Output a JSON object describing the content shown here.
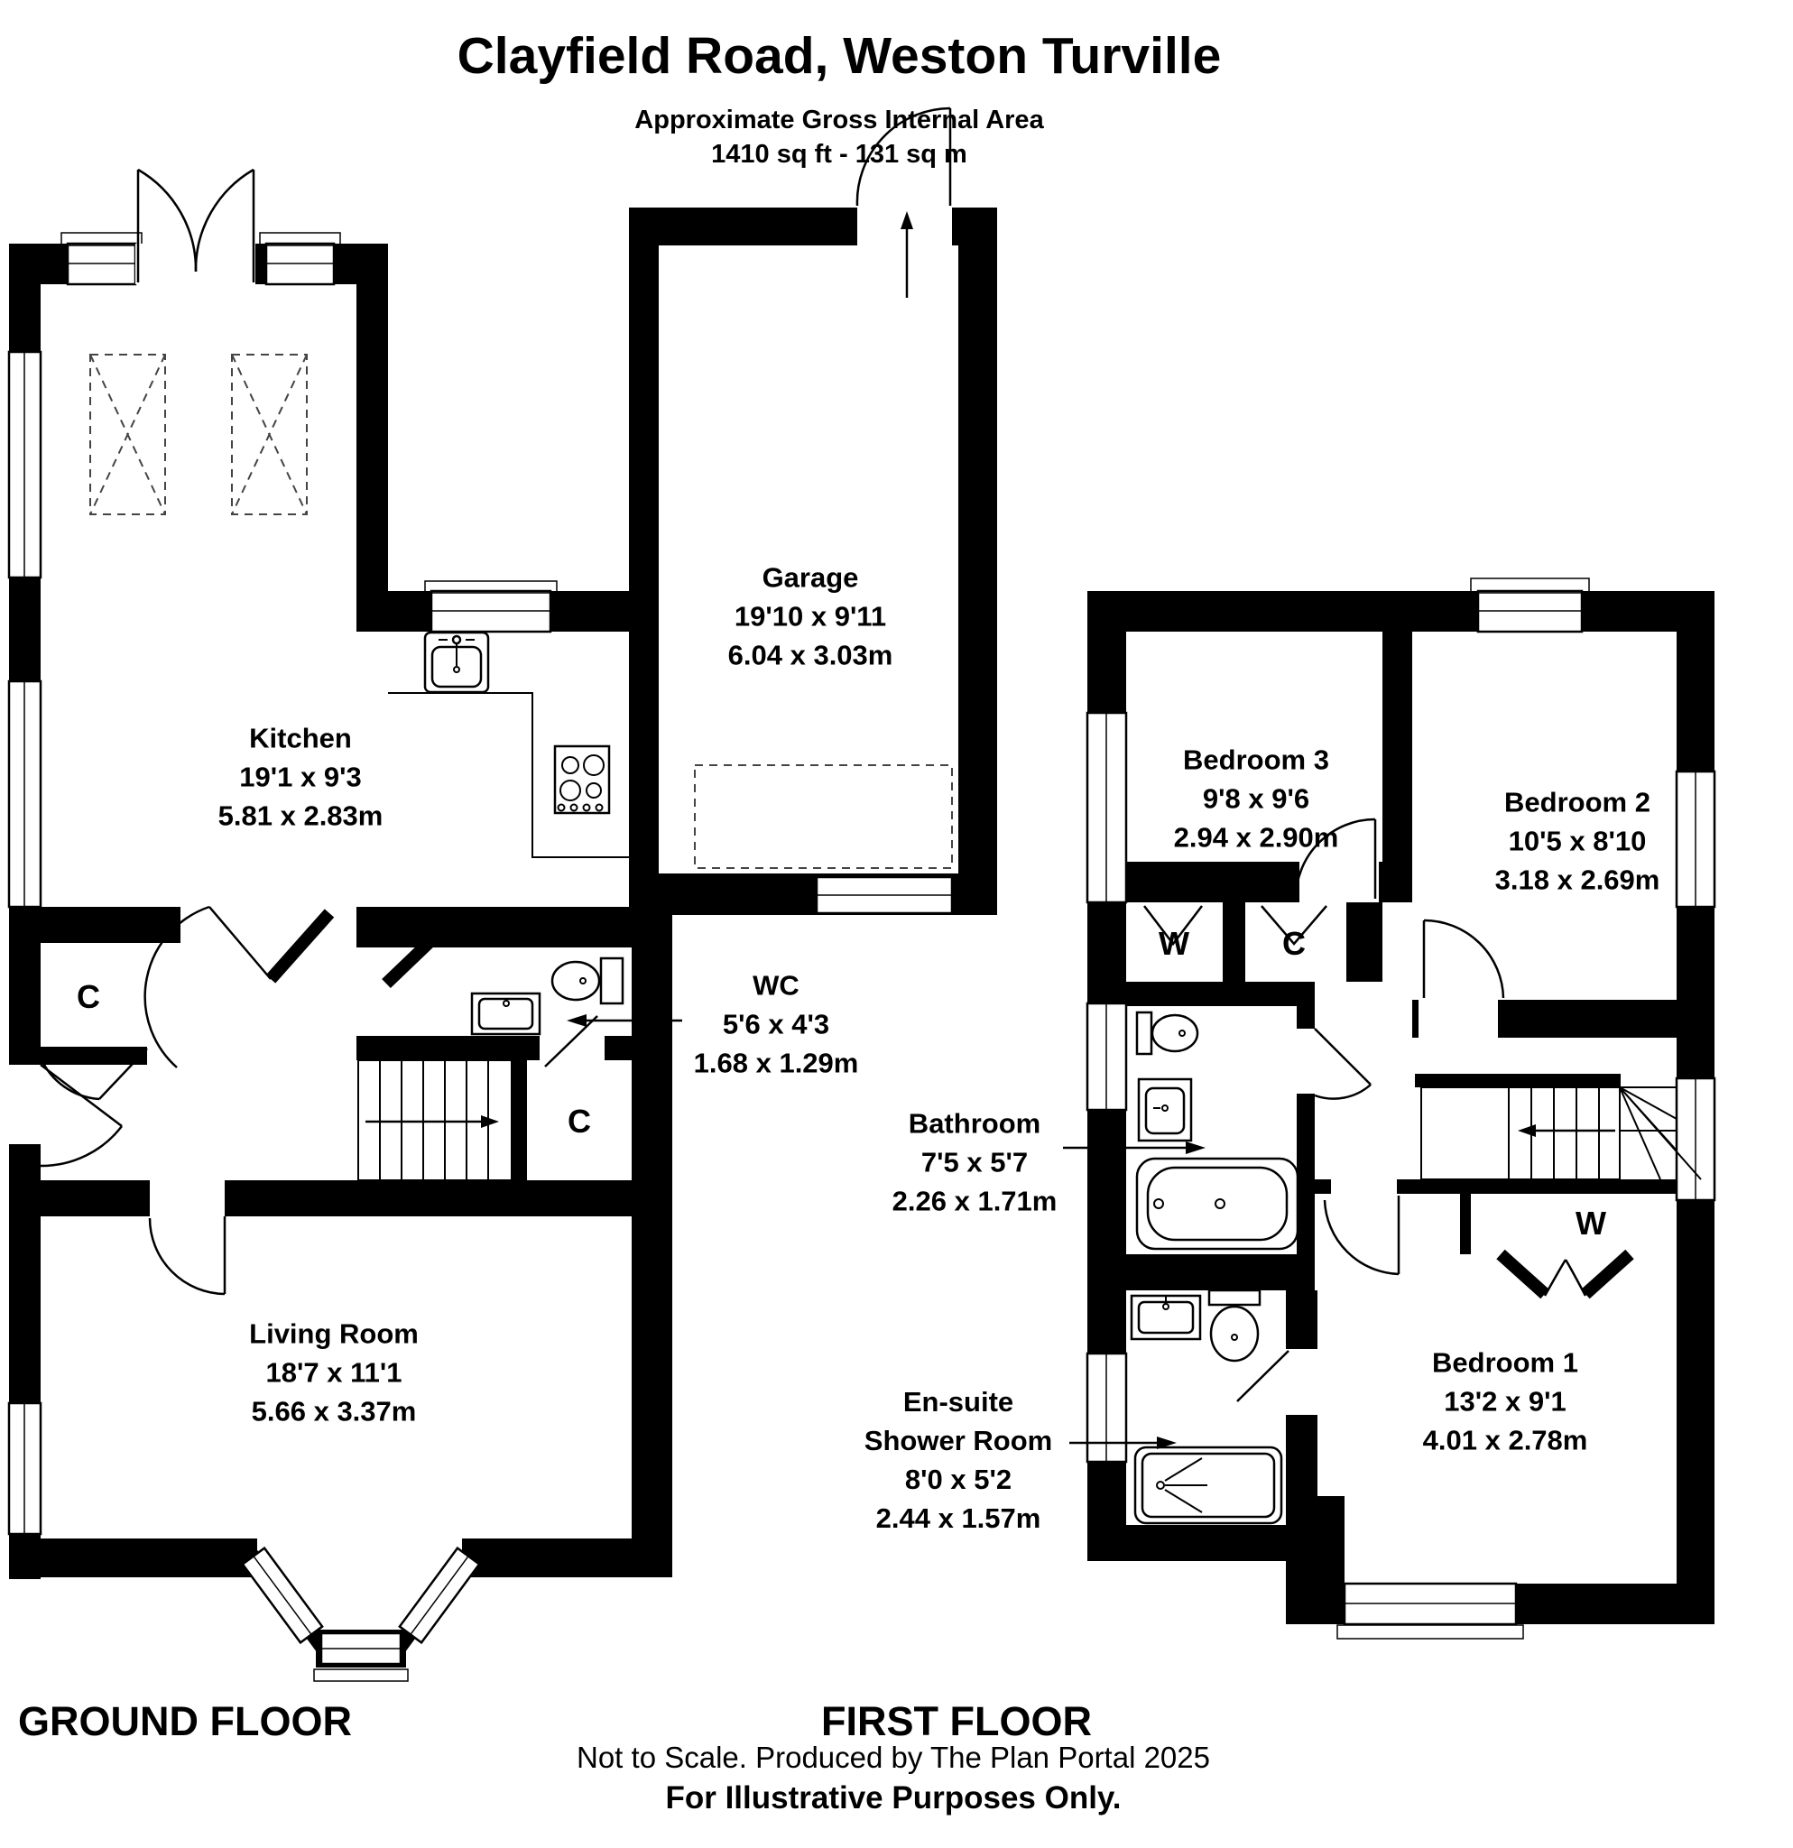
{
  "header": {
    "title": "Clayfield Road, Weston Turville",
    "subtitle": "Approximate Gross Internal Area",
    "area": "1410 sq ft - 131 sq m"
  },
  "ground_floor": {
    "label": "GROUND FLOOR",
    "kitchen": {
      "name": "Kitchen",
      "imperial": "19'1 x 9'3",
      "metric": "5.81 x 2.83m"
    },
    "garage": {
      "name": "Garage",
      "imperial": "19'10 x 9'11",
      "metric": "6.04 x 3.03m"
    },
    "wc": {
      "name": "WC",
      "imperial": "5'6 x 4'3",
      "metric": "1.68 x 1.29m"
    },
    "living_room": {
      "name": "Living Room",
      "imperial": "18'7 x 11'1",
      "metric": "5.66 x 3.37m"
    },
    "hall_cupboard": "C",
    "stairs_cupboard": "C"
  },
  "first_floor": {
    "label": "FIRST FLOOR",
    "bedroom3": {
      "name": "Bedroom 3",
      "imperial": "9'8 x 9'6",
      "metric": "2.94 x 2.90m"
    },
    "bedroom2": {
      "name": "Bedroom 2",
      "imperial": "10'5 x 8'10",
      "metric": "3.18 x 2.69m"
    },
    "bathroom": {
      "name": "Bathroom",
      "imperial": "7'5 x 5'7",
      "metric": "2.26 x 1.71m"
    },
    "ensuite": {
      "name": "En-suite",
      "name2": "Shower Room",
      "imperial": "8'0 x 5'2",
      "metric": "2.44 x 1.57m"
    },
    "bedroom1": {
      "name": "Bedroom 1",
      "imperial": "13'2 x 9'1",
      "metric": "4.01 x 2.78m"
    },
    "wardrobe_bed3": "W",
    "cupboard_landing": "C",
    "wardrobe_bed1": "W"
  },
  "footer": {
    "line1": "Not to Scale. Produced by The Plan Portal 2025",
    "line2": "For Illustrative Purposes Only."
  }
}
